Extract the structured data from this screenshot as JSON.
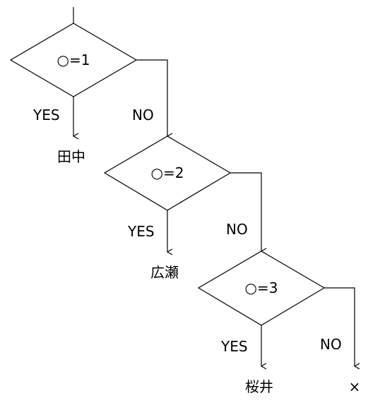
{
  "diagram": {
    "decisions": [
      {
        "id": "d1",
        "condition": "○=1"
      },
      {
        "id": "d2",
        "condition": "○=2"
      },
      {
        "id": "d3",
        "condition": "○=3"
      }
    ],
    "branch_labels": {
      "d1_yes": "YES",
      "d1_no": "NO",
      "d2_yes": "YES",
      "d2_no": "NO",
      "d3_yes": "YES",
      "d3_no": "NO"
    },
    "outcomes": {
      "d1_yes": {
        "text": "田中",
        "color": "#c0000a"
      },
      "d2_yes": {
        "text": "広瀬",
        "color": "#70ad47"
      },
      "d3_yes": {
        "text": "桜井",
        "color": "#ed7d31"
      },
      "d3_no": {
        "text": "×",
        "color": "#00b0f0"
      }
    }
  }
}
